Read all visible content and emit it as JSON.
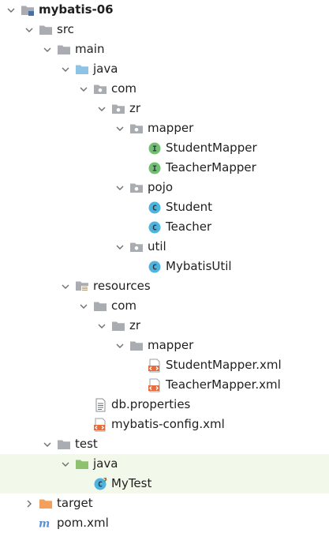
{
  "tree": {
    "rows": [
      {
        "label": "mybatis-06",
        "icon": "module-folder-icon",
        "depth": 0,
        "expanded": true,
        "bold": true
      },
      {
        "label": "src",
        "icon": "folder-icon",
        "depth": 1,
        "expanded": true
      },
      {
        "label": "main",
        "icon": "folder-icon",
        "depth": 2,
        "expanded": true
      },
      {
        "label": "java",
        "icon": "source-root-folder-icon",
        "depth": 3,
        "expanded": true
      },
      {
        "label": "com",
        "icon": "package-icon",
        "depth": 4,
        "expanded": true
      },
      {
        "label": "zr",
        "icon": "package-icon",
        "depth": 5,
        "expanded": true
      },
      {
        "label": "mapper",
        "icon": "package-icon",
        "depth": 6,
        "expanded": true
      },
      {
        "label": "StudentMapper",
        "icon": "interface-icon",
        "depth": 7
      },
      {
        "label": "TeacherMapper",
        "icon": "interface-icon",
        "depth": 7
      },
      {
        "label": "pojo",
        "icon": "package-icon",
        "depth": 6,
        "expanded": true
      },
      {
        "label": "Student",
        "icon": "class-icon",
        "depth": 7
      },
      {
        "label": "Teacher",
        "icon": "class-icon",
        "depth": 7
      },
      {
        "label": "util",
        "icon": "package-icon",
        "depth": 6,
        "expanded": true
      },
      {
        "label": "MybatisUtil",
        "icon": "class-icon",
        "depth": 7
      },
      {
        "label": "resources",
        "icon": "resources-folder-icon",
        "depth": 3,
        "expanded": true
      },
      {
        "label": "com",
        "icon": "folder-icon",
        "depth": 4,
        "expanded": true
      },
      {
        "label": "zr",
        "icon": "folder-icon",
        "depth": 5,
        "expanded": true
      },
      {
        "label": "mapper",
        "icon": "folder-icon",
        "depth": 6,
        "expanded": true
      },
      {
        "label": "StudentMapper.xml",
        "icon": "xml-file-icon",
        "depth": 7
      },
      {
        "label": "TeacherMapper.xml",
        "icon": "xml-file-icon",
        "depth": 7
      },
      {
        "label": "db.properties",
        "icon": "properties-file-icon",
        "depth": 4
      },
      {
        "label": "mybatis-config.xml",
        "icon": "xml-file-icon",
        "depth": 4
      },
      {
        "label": "test",
        "icon": "folder-icon",
        "depth": 2,
        "expanded": true
      },
      {
        "label": "java",
        "icon": "test-root-folder-icon",
        "depth": 3,
        "expanded": true,
        "highlight": true
      },
      {
        "label": "MyTest",
        "icon": "test-class-icon",
        "depth": 4,
        "highlight": true
      },
      {
        "label": "target",
        "icon": "excluded-folder-icon",
        "depth": 1,
        "expanded": false
      },
      {
        "label": "pom.xml",
        "icon": "maven-icon",
        "depth": 1
      }
    ]
  },
  "colors": {
    "folder": "#a9acb0",
    "source_root": "#8fc3e6",
    "test_root": "#8dc16f",
    "excluded": "#f4a05a",
    "interface": "#72bf72",
    "class": "#4fb4dd",
    "xml": "#e56d3f",
    "highlight_bg": "#f2f9ea",
    "maven": "#5a8fd0"
  }
}
